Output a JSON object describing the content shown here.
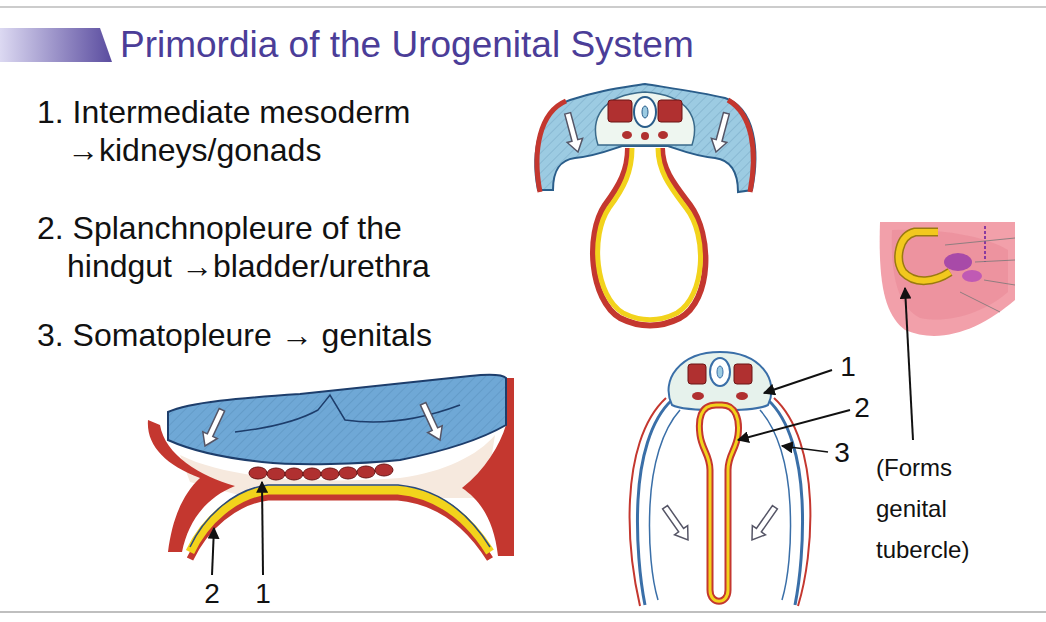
{
  "diagram": {
    "title": "Primordia of the Urogenital System",
    "labels": [
      "1. Intermediate mesoderm →kidneys/gonads",
      "2. Splanchnopleure of the hindgut →bladder/urethra",
      "3. Somatopleure → genitals",
      "1",
      "2",
      "3",
      "(Forms genital tubercle)",
      "2",
      "1"
    ]
  }
}
